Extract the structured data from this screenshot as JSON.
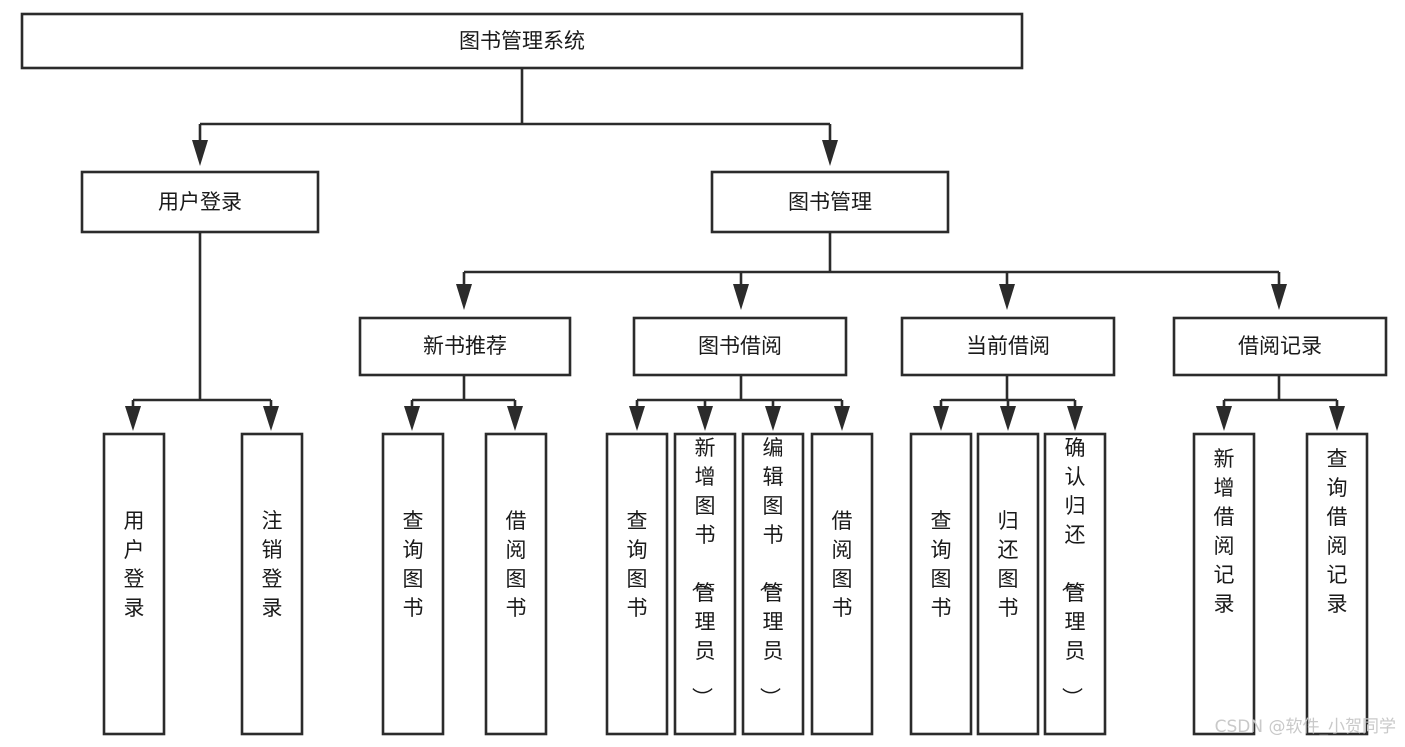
{
  "diagram": {
    "title": "图书管理系统",
    "type": "tree",
    "orientation": "top-down",
    "colors": {
      "stroke": "#2b2b2b",
      "box_fill": "#ffffff",
      "text": "#1a1a1a",
      "background": "#ffffff",
      "watermark": "#c9c9c9"
    },
    "root": {
      "label": "图书管理系统"
    },
    "level2": [
      {
        "label": "用户登录"
      },
      {
        "label": "图书管理"
      }
    ],
    "level3": [
      {
        "label": "新书推荐"
      },
      {
        "label": "图书借阅"
      },
      {
        "label": "当前借阅"
      },
      {
        "label": "借阅记录"
      }
    ],
    "leaves": {
      "user_login": [
        {
          "label": "用户登录"
        },
        {
          "label": "注销登录"
        }
      ],
      "new_book_recommend": [
        {
          "label": "查询图书"
        },
        {
          "label": "借阅图书"
        }
      ],
      "book_borrow": [
        {
          "label": "查询图书"
        },
        {
          "label": "新增图书（管理员）"
        },
        {
          "label": "编辑图书（管理员）"
        },
        {
          "label": "借阅图书"
        }
      ],
      "current_borrow": [
        {
          "label": "查询图书"
        },
        {
          "label": "归还图书"
        },
        {
          "label": "确认归还（管理员）"
        }
      ],
      "borrow_record": [
        {
          "label": "新增借阅记录"
        },
        {
          "label": "查询借阅记录"
        }
      ]
    },
    "watermark": "CSDN @软件_小贺同学"
  }
}
